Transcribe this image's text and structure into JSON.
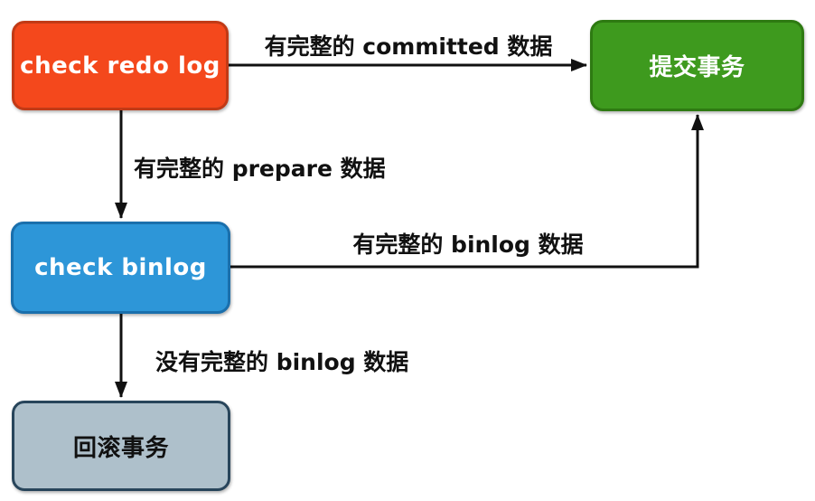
{
  "diagram": {
    "type": "flowchart",
    "nodes": [
      {
        "id": "check-redo-log",
        "label": "check redo log",
        "fill": "#F4481C",
        "border": "#C13A16",
        "text_color": "#FFFFFF"
      },
      {
        "id": "commit-transaction",
        "label": "提交事务",
        "fill": "#3E9A1E",
        "border": "#2E7A12",
        "text_color": "#FFFFFF"
      },
      {
        "id": "check-binlog",
        "label": "check binlog",
        "fill": "#2D96D8",
        "border": "#1A6FAC",
        "text_color": "#FFFFFF"
      },
      {
        "id": "rollback-transaction",
        "label": "回滚事务",
        "fill": "#AEC0CB",
        "border": "#28455B",
        "text_color": "#111111"
      }
    ],
    "edges": [
      {
        "from": "check-redo-log",
        "to": "commit-transaction",
        "label": "有完整的 committed 数据"
      },
      {
        "from": "check-redo-log",
        "to": "check-binlog",
        "label": "有完整的 prepare 数据"
      },
      {
        "from": "check-binlog",
        "to": "commit-transaction",
        "label": "有完整的 binlog 数据"
      },
      {
        "from": "check-binlog",
        "to": "rollback-transaction",
        "label": "没有完整的 binlog 数据"
      }
    ]
  },
  "colors": {
    "redo-fill": "#F4481C",
    "redo-border": "#C13A16",
    "commit-fill": "#3E9A1E",
    "commit-border": "#2E7A12",
    "binlog-fill": "#2D96D8",
    "binlog-border": "#1A6FAC",
    "rollback-fill": "#AEC0CB",
    "rollback-border": "#28455B",
    "edge-color": "#111111",
    "node-text-light": "#FFFFFF",
    "node-text-dark": "#111111",
    "canvas-bg": "#FFFFFF"
  }
}
